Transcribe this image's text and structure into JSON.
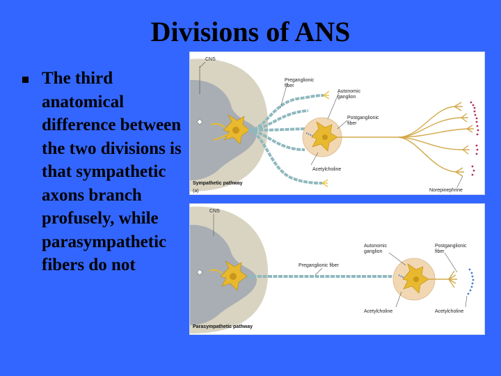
{
  "slide": {
    "title": "Divisions of ANS",
    "bullet": "The third anatomical difference between the two divisions is that sympathetic axons branch profusely, while parasympathetic fibers do not"
  },
  "colors": {
    "background": "#3366ff",
    "spinal_cord_outer": "#d9d4c2",
    "gray_matter": "#a9aeb4",
    "ganglion": "#f2d7b3",
    "neuron": "#e8b92e",
    "myelin": "#8fb8bf",
    "sympathetic_terminal": "#b0305c",
    "parasympathetic_terminal": "#3f7fd0"
  },
  "sympathetic_figure": {
    "cns": "CNS",
    "preganglionic": "Preganglionic\nfiber",
    "ganglion": "Autonomic\nganglion",
    "postganglionic": "Postganglionic\nfiber",
    "acetylcholine": "Acetylcholine",
    "pathway": "Sympathetic pathway",
    "panel_letter": "(a)",
    "neurotransmitter": "Norepinephrine"
  },
  "parasympathetic_figure": {
    "cns": "CNS",
    "preganglionic": "Preganglionic fiber",
    "ganglion": "Autonomic\nganglion",
    "postganglionic": "Postganglionic\nfiber",
    "acetylcholine_1": "Acetylcholine",
    "acetylcholine_2": "Acetylcholine",
    "pathway": "Parasympathetic pathway"
  }
}
